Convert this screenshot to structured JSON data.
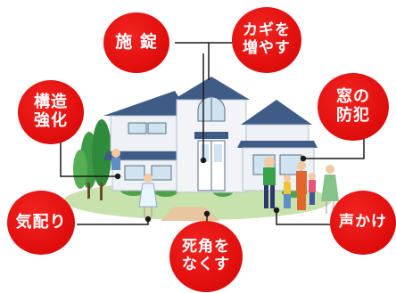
{
  "tips": {
    "lock": "施 錠",
    "keys": "カギを\n増やす",
    "structure": "構造\n強化",
    "window": "窓の\n防犯",
    "attention": "気配り",
    "greeting": "声かけ",
    "blindspot": "死角を\nなくす"
  },
  "colors": {
    "bubble": "#e2100f",
    "leader_line": "#1a1a1a",
    "roof": "#3f5c86",
    "lawn": "#b9d89a"
  }
}
